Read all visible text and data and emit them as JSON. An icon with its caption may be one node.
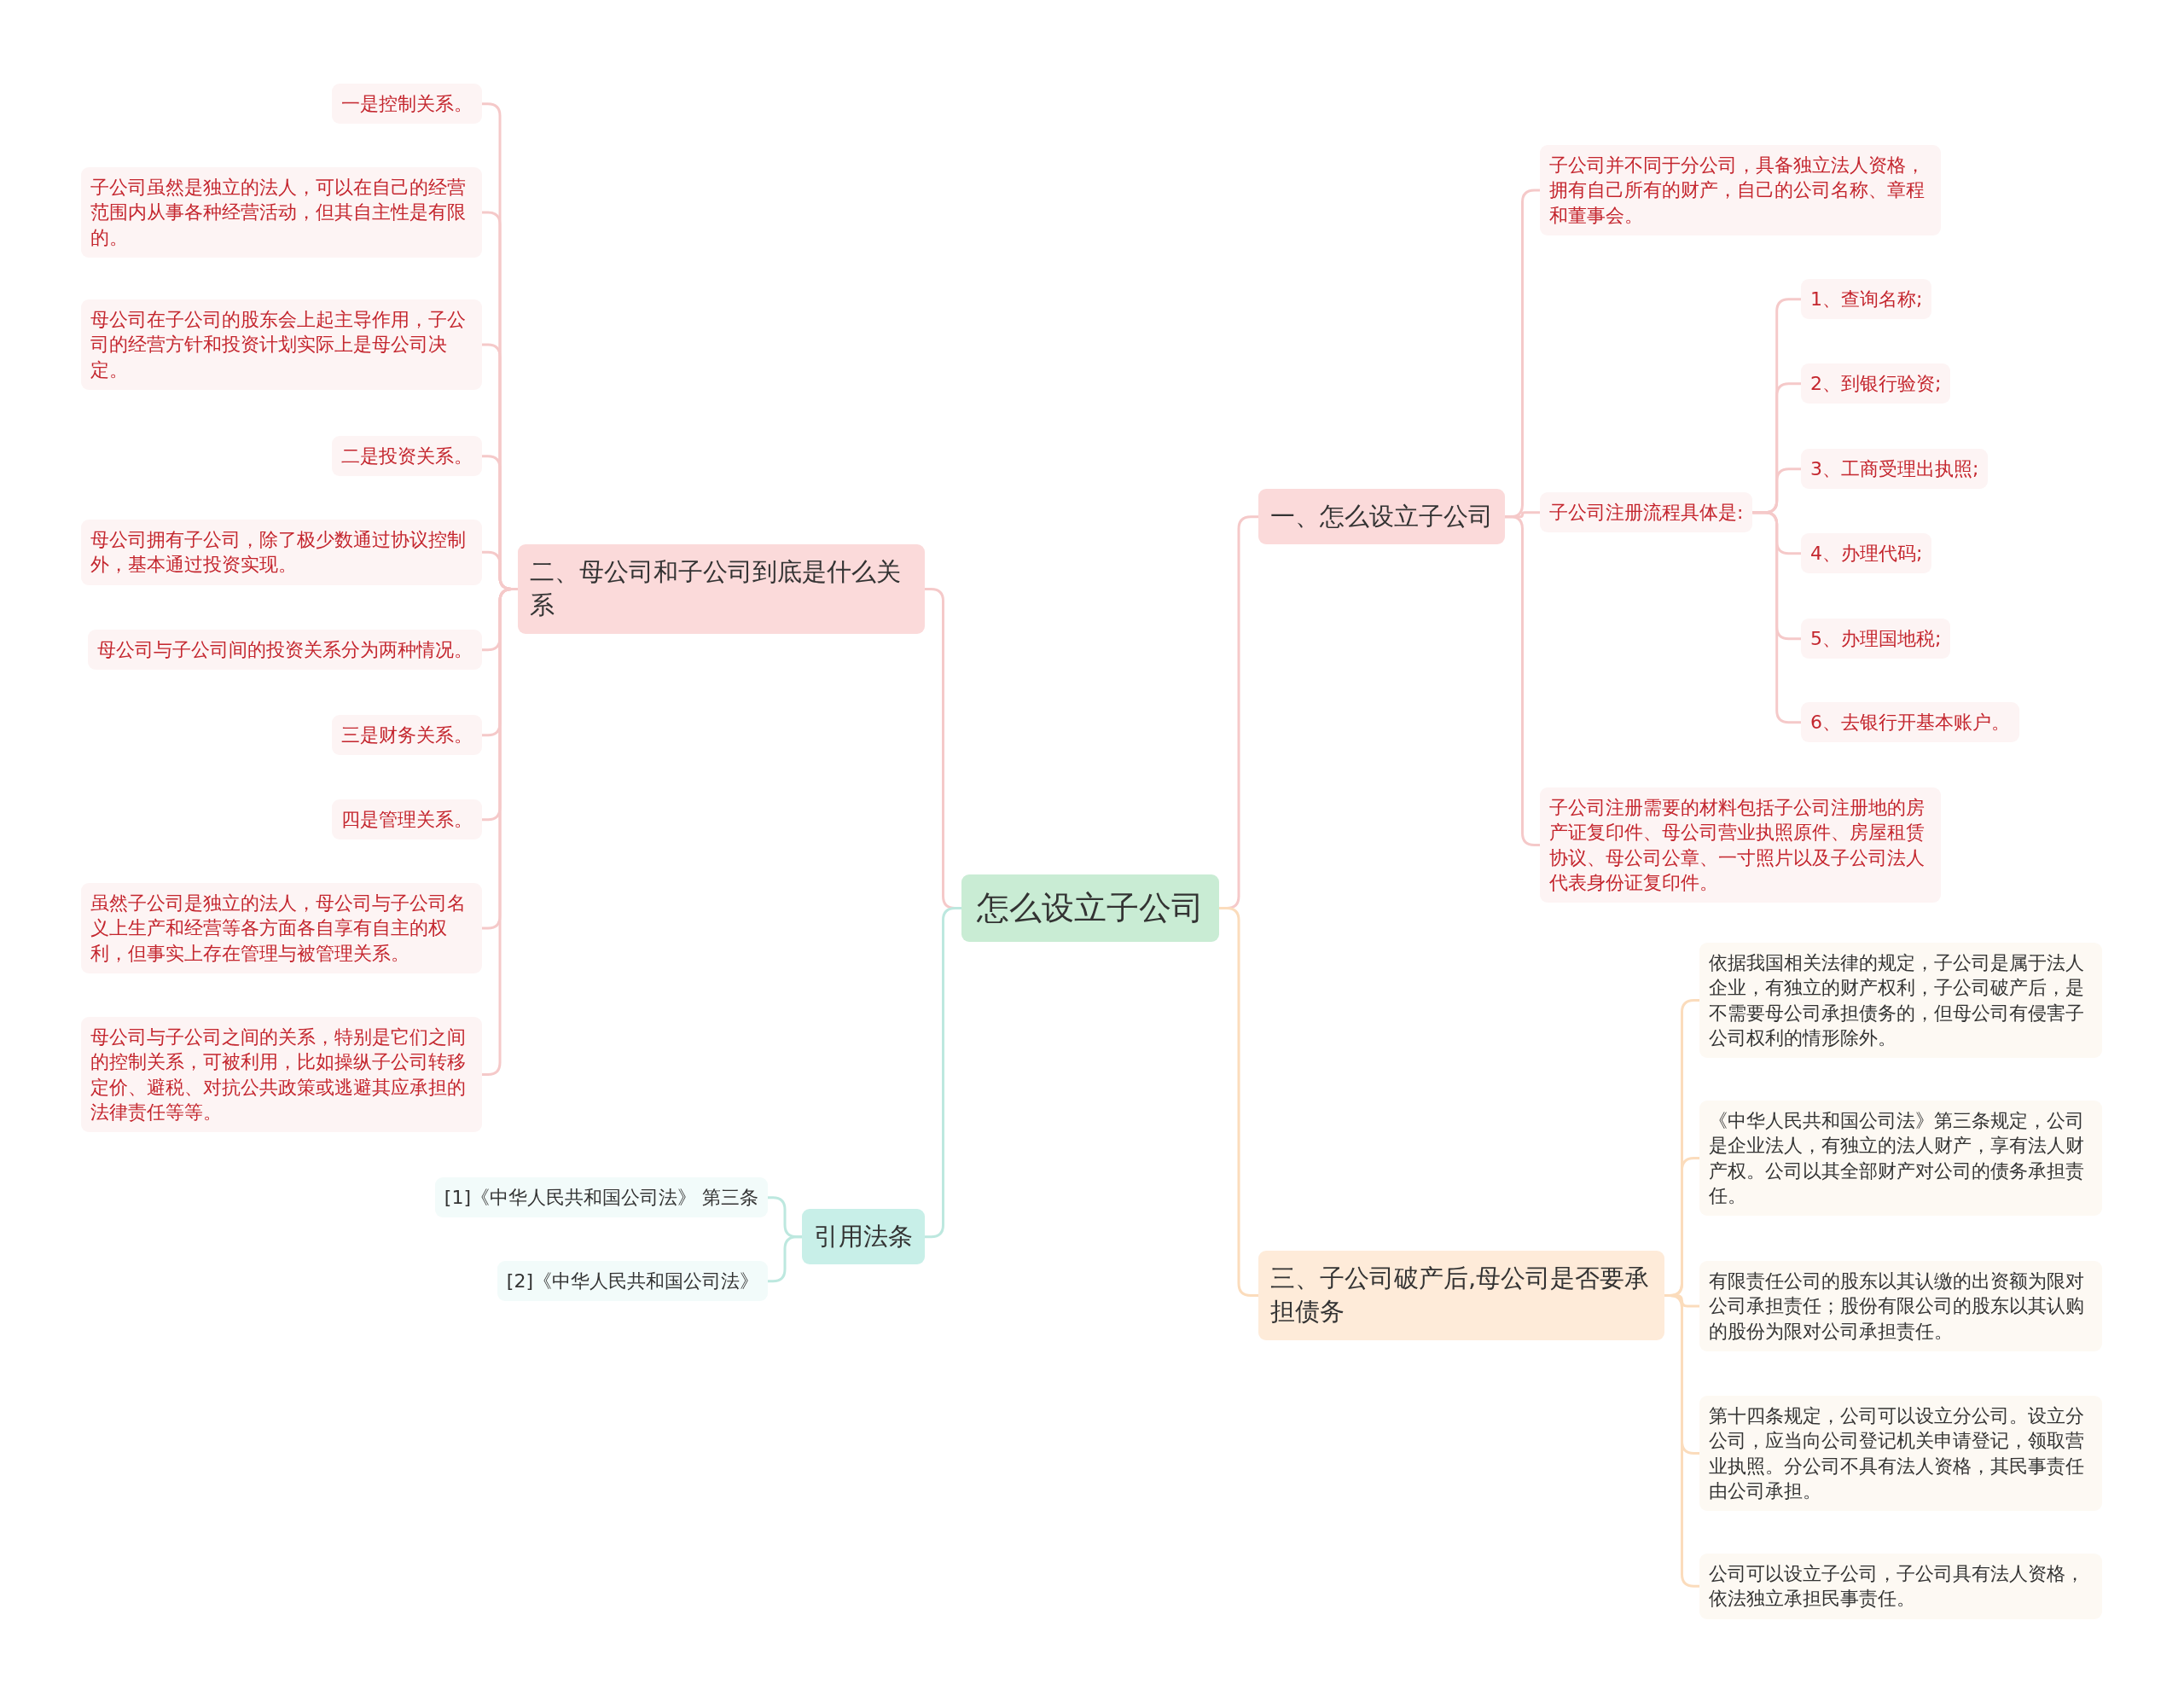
{
  "diagram": {
    "nodes": [
      {
        "text": [
          "怎么设立子公司"
        ]
      },
      {
        "text": [
          "一、怎么设立子公司"
        ]
      },
      {
        "text": [
          "子公司并不同于分公司，具备独立法人资格，拥有自己所有的财产，自己的公司名称、章程和董事会。"
        ]
      },
      {
        "text": [
          "子公司注册流程具体是:"
        ]
      },
      {
        "text": [
          "1、查询名称;"
        ]
      },
      {
        "text": [
          "2、到银行验资;"
        ]
      },
      {
        "text": [
          "3、工商受理出执照;"
        ]
      },
      {
        "text": [
          "4、办理代码;"
        ]
      },
      {
        "text": [
          "5、办理国地税;"
        ]
      },
      {
        "text": [
          "6、去银行开基本账户。"
        ]
      },
      {
        "text": [
          "子公司注册需要的材料包括子公司注册地的房产证复印件、母公司营业执照原件、房屋租赁协议、母公司公章、一寸照片以及子公司法人代表身份证复印件。"
        ]
      },
      {
        "text": [
          "三、子公司破产后,母公司是否要承担债务"
        ]
      },
      {
        "text": [
          "依据我国相关法律的规定，子公司是属于法人企业，有独立的财产权利，子公司破产后，是不需要母公司承担债务的，但母公司有侵害子公司权利的情形除外。"
        ]
      },
      {
        "text": [
          "《中华人民共和国公司法》第三条规定，公司是企业法人，有独立的法人财产，享有法人财产权。公司以其全部财产对公司的债务承担责任。"
        ]
      },
      {
        "text": [
          "有限责任公司的股东以其认缴的出资额为限对公司承担责任；股份有限公司的股东以其认购的股份为限对公司承担责任。"
        ]
      },
      {
        "text": [
          "第十四条规定，公司可以设立分公司。设立分公司，应当向公司登记机关申请登记，领取营业执照。分公司不具有法人资格，其民事责任由公司承担。"
        ]
      },
      {
        "text": [
          "公司可以设立子公司，子公司具有法人资格，依法独立承担民事责任。"
        ]
      },
      {
        "text": [
          "二、母公司和子公司到底是什么关系"
        ]
      },
      {
        "text": [
          "一是控制关系。"
        ]
      },
      {
        "text": [
          "子公司虽然是独立的法人，可以在自己的经营范围内从事各种经营活动，但其自主性是有限的。"
        ]
      },
      {
        "text": [
          "母公司在子公司的股东会上起主导作用，子公司的经营方针和投资计划实际上是母公司决定。"
        ]
      },
      {
        "text": [
          "二是投资关系。"
        ]
      },
      {
        "text": [
          "母公司拥有子公司，除了极少数通过协议控制外，基本通过投资实现。"
        ]
      },
      {
        "text": [
          "母公司与子公司间的投资关系分为两种情况。"
        ]
      },
      {
        "text": [
          "三是财务关系。"
        ]
      },
      {
        "text": [
          "四是管理关系。"
        ]
      },
      {
        "text": [
          "虽然子公司是独立的法人，母公司与子公司名义上生产和经营等各方面各自享有自主的权利，但事实上存在管理与被管理关系。"
        ]
      },
      {
        "text": [
          "母公司与子公司之间的关系，特别是它们之间的控制关系，可被利用，比如操纵子公司转移定价、避税、对抗公共政策或逃避其应承担的法律责任等等。"
        ]
      },
      {
        "text": [
          "引用法条"
        ]
      },
      {
        "text": [
          "[1]《中华人民共和国公司法》 第三条"
        ]
      },
      {
        "text": [
          "[2]《中华人民共和国公司法》"
        ]
      }
    ],
    "edges": [
      {
        "from": 0,
        "to": 1,
        "arrow": "none"
      },
      {
        "from": 1,
        "to": 2,
        "arrow": "none"
      },
      {
        "from": 1,
        "to": 3,
        "arrow": "none"
      },
      {
        "from": 3,
        "to": 4,
        "arrow": "none"
      },
      {
        "from": 3,
        "to": 5,
        "arrow": "none"
      },
      {
        "from": 3,
        "to": 6,
        "arrow": "none"
      },
      {
        "from": 3,
        "to": 7,
        "arrow": "none"
      },
      {
        "from": 3,
        "to": 8,
        "arrow": "none"
      },
      {
        "from": 3,
        "to": 9,
        "arrow": "none"
      },
      {
        "from": 1,
        "to": 10,
        "arrow": "none"
      },
      {
        "from": 0,
        "to": 11,
        "arrow": "none",
        "color": "#fbdcbc"
      },
      {
        "from": 11,
        "to": 12,
        "arrow": "none",
        "color": "#fbdcbc"
      },
      {
        "from": 11,
        "to": 13,
        "arrow": "none",
        "color": "#fbdcbc"
      },
      {
        "from": 11,
        "to": 14,
        "arrow": "none",
        "color": "#fbdcbc"
      },
      {
        "from": 11,
        "to": 15,
        "arrow": "none",
        "color": "#fbdcbc"
      },
      {
        "from": 11,
        "to": 16,
        "arrow": "none",
        "color": "#fbdcbc"
      },
      {
        "from": 0,
        "to": 17,
        "arrow": "none"
      },
      {
        "from": 17,
        "to": 18,
        "arrow": "none"
      },
      {
        "from": 17,
        "to": 19,
        "arrow": "none"
      },
      {
        "from": 17,
        "to": 20,
        "arrow": "none"
      },
      {
        "from": 17,
        "to": 21,
        "arrow": "none"
      },
      {
        "from": 17,
        "to": 22,
        "arrow": "none"
      },
      {
        "from": 17,
        "to": 23,
        "arrow": "none"
      },
      {
        "from": 17,
        "to": 24,
        "arrow": "none"
      },
      {
        "from": 17,
        "to": 25,
        "arrow": "none"
      },
      {
        "from": 17,
        "to": 26,
        "arrow": "none"
      },
      {
        "from": 17,
        "to": 27,
        "arrow": "none"
      },
      {
        "from": 0,
        "to": 28,
        "arrow": "none",
        "color": "#bde8df"
      },
      {
        "from": 28,
        "to": 29,
        "arrow": "none",
        "color": "#bde8df"
      },
      {
        "from": 28,
        "to": 30,
        "arrow": "none",
        "color": "#bde8df"
      }
    ]
  }
}
